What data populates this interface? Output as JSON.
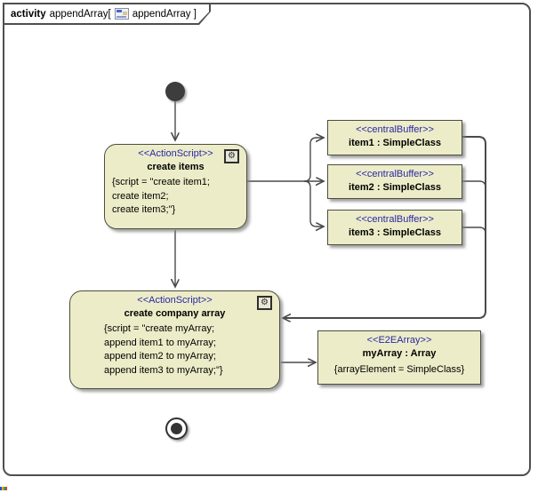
{
  "frame": {
    "keyword": "activity",
    "title": "appendArray[",
    "subtitle": "appendArray ]"
  },
  "nodes": {
    "create_items": {
      "stereotype": "<<ActionScript>>",
      "name": "create items",
      "script_lines": [
        "{script = \"create item1;",
        "create item2;",
        "create item3;\"}"
      ]
    },
    "create_company_array": {
      "stereotype": "<<ActionScript>>",
      "name": "create company array",
      "script_lines": [
        "{script = \"create myArray;",
        "append item1 to myArray;",
        "append item2 to myArray;",
        "append item3 to myArray;\"}"
      ]
    },
    "buffers": [
      {
        "stereotype": "<<centralBuffer>>",
        "name": "item1 : SimpleClass"
      },
      {
        "stereotype": "<<centralBuffer>>",
        "name": "item2 : SimpleClass"
      },
      {
        "stereotype": "<<centralBuffer>>",
        "name": "item3 : SimpleClass"
      }
    ],
    "my_array": {
      "stereotype": "<<E2EArray>>",
      "name": "myArray : Array",
      "constraint": "{arrayElement = SimpleClass}"
    }
  },
  "icons": {
    "gear": "⚙"
  },
  "colors": {
    "node_fill": "#ECECC8",
    "node_border": "#4d4d40",
    "stereotype_text": "#2828A8",
    "connector": "#4a4a4a"
  }
}
